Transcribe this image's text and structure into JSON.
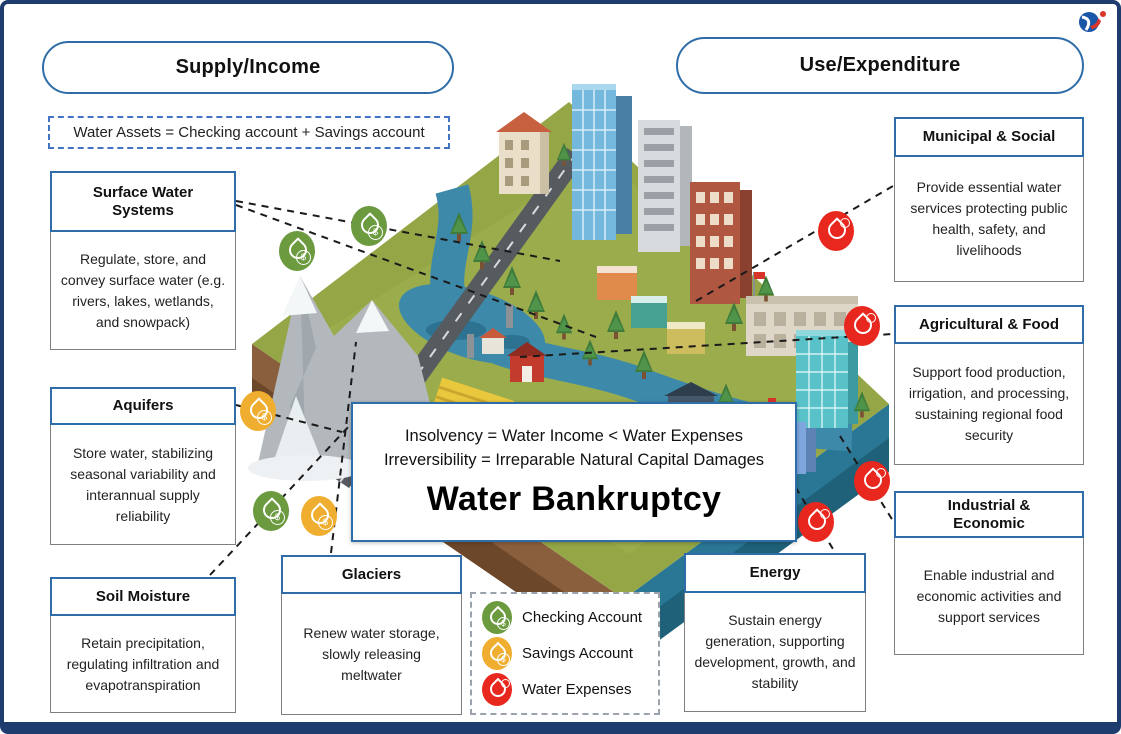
{
  "headers": {
    "supply": "Supply/Income",
    "use": "Use/Expenditure"
  },
  "water_assets_formula": "Water Assets = Checking account + Savings account",
  "supply_boxes": [
    {
      "title": "Surface Water Systems",
      "body": "Regulate, store, and convey surface water (e.g. rivers, lakes, wetlands, and snowpack)"
    },
    {
      "title": "Aquifers",
      "body": "Store water, stabilizing seasonal variability and interannual supply reliability"
    },
    {
      "title": "Soil Moisture",
      "body": "Retain precipitation, regulating infiltration and evapotranspiration"
    },
    {
      "title": "Glaciers",
      "body": "Renew water storage, slowly releasing meltwater"
    }
  ],
  "use_boxes": [
    {
      "title": "Municipal & Social",
      "body": "Provide essential water services protecting public health, safety, and livelihoods"
    },
    {
      "title": "Agricultural & Food",
      "body": "Support food production, irrigation, and processing, sustaining regional food security"
    },
    {
      "title": "Industrial & Economic",
      "body": "Enable industrial and economic activities and support services"
    },
    {
      "title": "Energy",
      "body": "Sustain energy generation, supporting development, growth, and stability"
    }
  ],
  "center_banner": {
    "insolvency_line": "Insolvency = Water Income < Water Expenses",
    "irreversibility_line": "Irreversibility = Irreparable Natural Capital Damages",
    "title": "Water Bankruptcy"
  },
  "legend": {
    "items": [
      {
        "label": "Checking Account",
        "color": "#6b9a3f"
      },
      {
        "label": "Savings Account",
        "color": "#efae2f"
      },
      {
        "label": "Water Expenses",
        "color": "#e8281e"
      }
    ]
  },
  "colors": {
    "frame_navy": "#1e3d6e",
    "box_border_blue": "#2e6da8",
    "dashed_blue": "#4472c4",
    "checking_green": "#6b9a3f",
    "savings_orange": "#efae2f",
    "expenses_red": "#e8281e"
  }
}
